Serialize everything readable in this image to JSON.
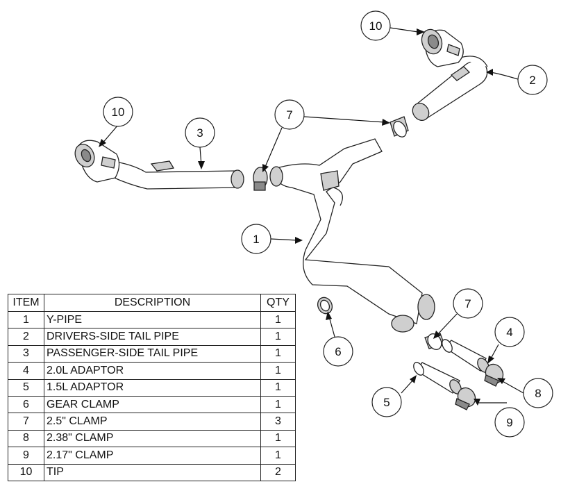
{
  "bom": {
    "headers": {
      "item": "ITEM",
      "description": "DESCRIPTION",
      "qty": "QTY"
    },
    "rows": [
      {
        "item": "1",
        "description": "Y-PIPE",
        "qty": "1"
      },
      {
        "item": "2",
        "description": "DRIVERS-SIDE TAIL PIPE",
        "qty": "1"
      },
      {
        "item": "3",
        "description": "PASSENGER-SIDE TAIL PIPE",
        "qty": "1"
      },
      {
        "item": "4",
        "description": "2.0L ADAPTOR",
        "qty": "1"
      },
      {
        "item": "5",
        "description": "1.5L ADAPTOR",
        "qty": "1"
      },
      {
        "item": "6",
        "description": "GEAR CLAMP",
        "qty": "1"
      },
      {
        "item": "7",
        "description": "2.5\" CLAMP",
        "qty": "3"
      },
      {
        "item": "8",
        "description": "2.38\" CLAMP",
        "qty": "1"
      },
      {
        "item": "9",
        "description": "2.17\" CLAMP",
        "qty": "1"
      },
      {
        "item": "10",
        "description": "TIP",
        "qty": "2"
      }
    ]
  },
  "callouts": {
    "tip_right": "10",
    "drivers_pipe": "2",
    "tip_left": "10",
    "passenger_pipe": "3",
    "clamp_top": "7",
    "y_pipe": "1",
    "clamp_right": "7",
    "adaptor_20": "4",
    "gear_clamp": "6",
    "clamp_238": "8",
    "adaptor_15": "5",
    "clamp_217": "9"
  }
}
